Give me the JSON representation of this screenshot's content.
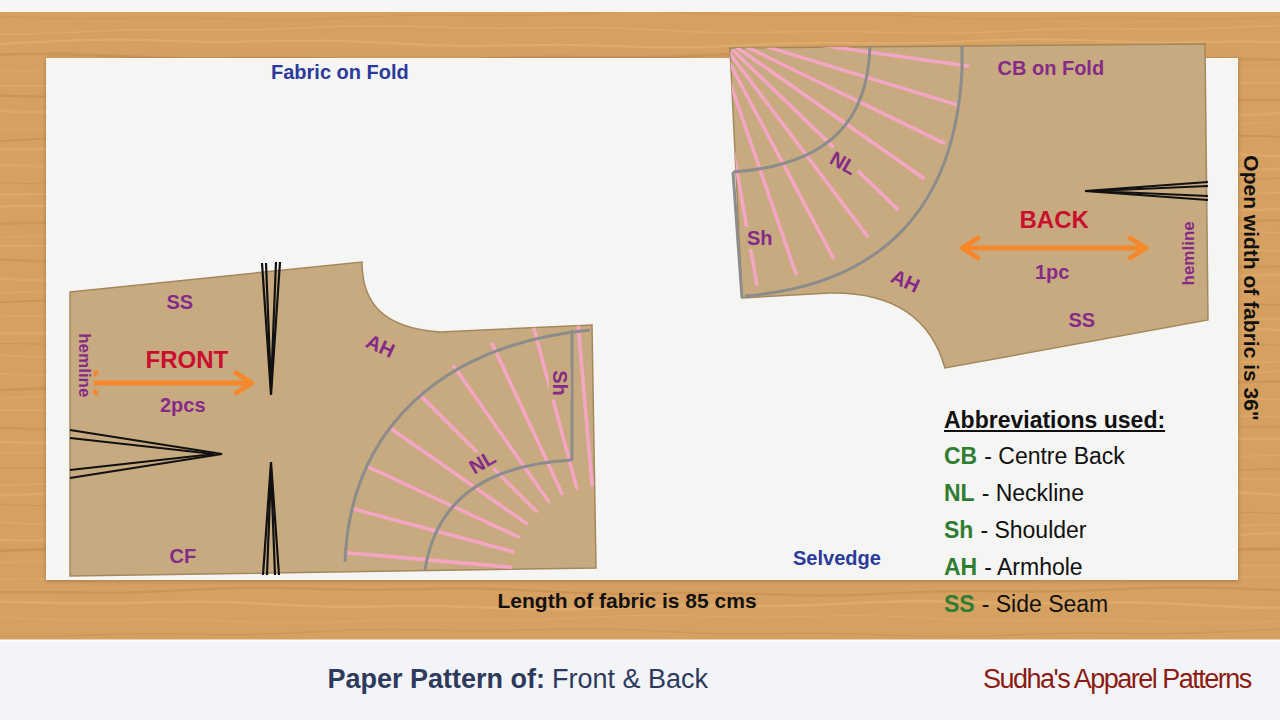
{
  "diagram": {
    "nodes": [
      {
        "text": [
          "Fabric on Fold",
          "Selvedge"
        ]
      },
      {
        "text": [
          "SS",
          "AH",
          "hemline",
          "FRONT",
          "2pcs",
          "NL",
          "Sh",
          "CF"
        ],
        "in": 0
      },
      {
        "text": [
          "CB on Fold",
          "NL",
          "Sh",
          "BACK",
          "1pc",
          "AH",
          "hemline",
          "SS"
        ],
        "in": 0
      }
    ],
    "labels": [
      "Open width of fabric is 36\"",
      "Length of fabric is 85 cms",
      "Abbreviations used:",
      "CB",
      "- Centre Back",
      "NL",
      "- Neckline",
      "Sh",
      "- Shoulder",
      "AH",
      "- Armhole",
      "SS",
      "- Side Seam",
      "Paper Pattern of:",
      "Front & Back",
      "Sudha's Apparel Patterns"
    ]
  }
}
